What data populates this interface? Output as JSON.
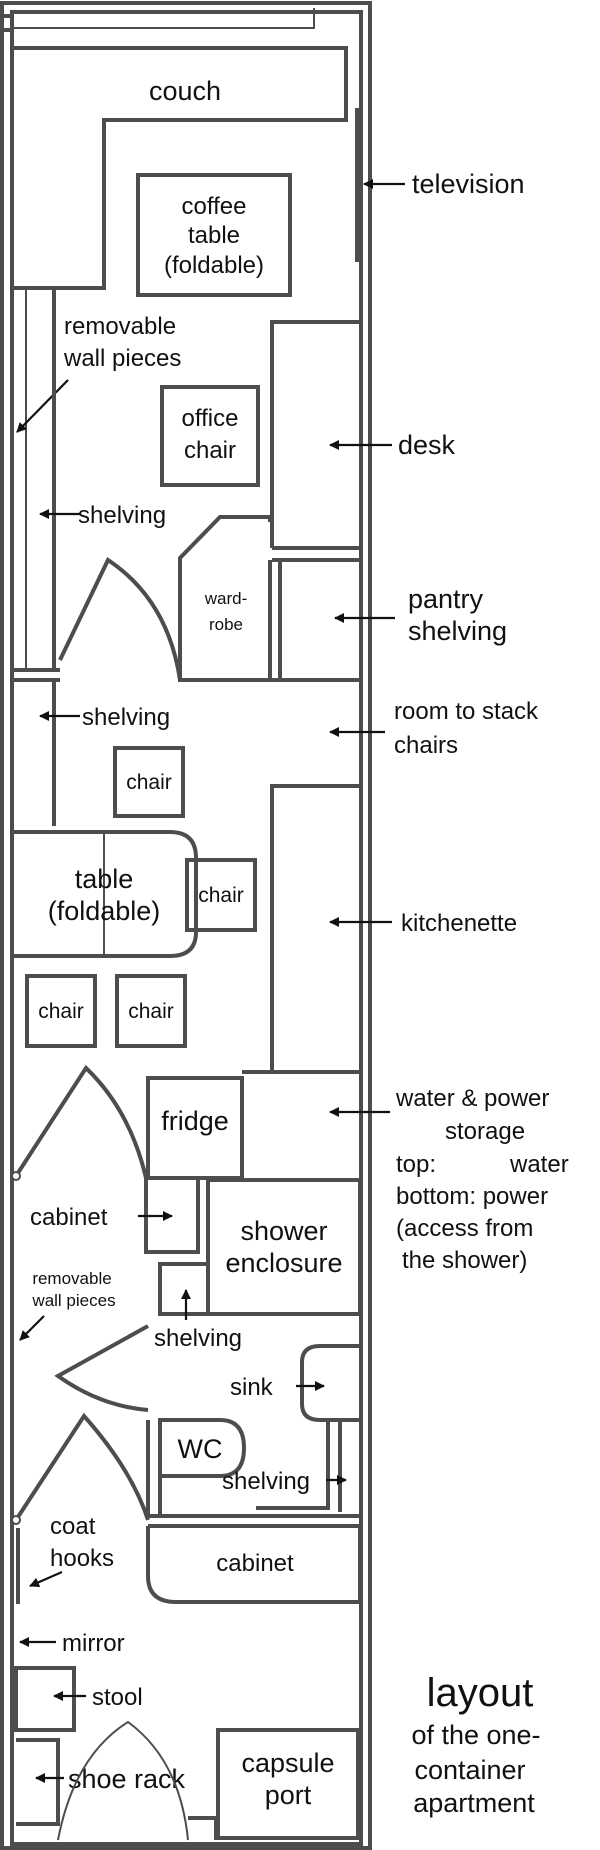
{
  "labels": {
    "couch": "couch",
    "coffee_table": [
      "coffee",
      "table",
      "(foldable)"
    ],
    "television": "television",
    "removable_wall_top": [
      "removable",
      "wall pieces"
    ],
    "office_chair": [
      "office",
      "chair"
    ],
    "desk": "desk",
    "shelving": "shelving",
    "wardrobe": [
      "ward-",
      "robe"
    ],
    "pantry_shelving": [
      "pantry",
      "shelving"
    ],
    "room_to_stack": [
      "room to stack",
      "chairs"
    ],
    "chair": "chair",
    "table": [
      "table",
      "(foldable)"
    ],
    "kitchenette": "kitchenette",
    "fridge": "fridge",
    "water_power": [
      "water & power",
      "storage",
      "top:",
      "water",
      "bottom: power",
      "(access from",
      "the shower)"
    ],
    "cabinet": "cabinet",
    "shower_enclosure": [
      "shower",
      "enclosure"
    ],
    "removable_wall_bottom": [
      "removable",
      "wall pieces"
    ],
    "sink": "sink",
    "wc": "WC",
    "coat_hooks": [
      "coat",
      "hooks"
    ],
    "mirror": "mirror",
    "stool": "stool",
    "shoe_rack": "shoe rack",
    "capsule_port": [
      "capsule",
      "port"
    ],
    "layout_title": "layout",
    "layout_subtitle": [
      "of the one-",
      "container",
      "apartment"
    ]
  }
}
